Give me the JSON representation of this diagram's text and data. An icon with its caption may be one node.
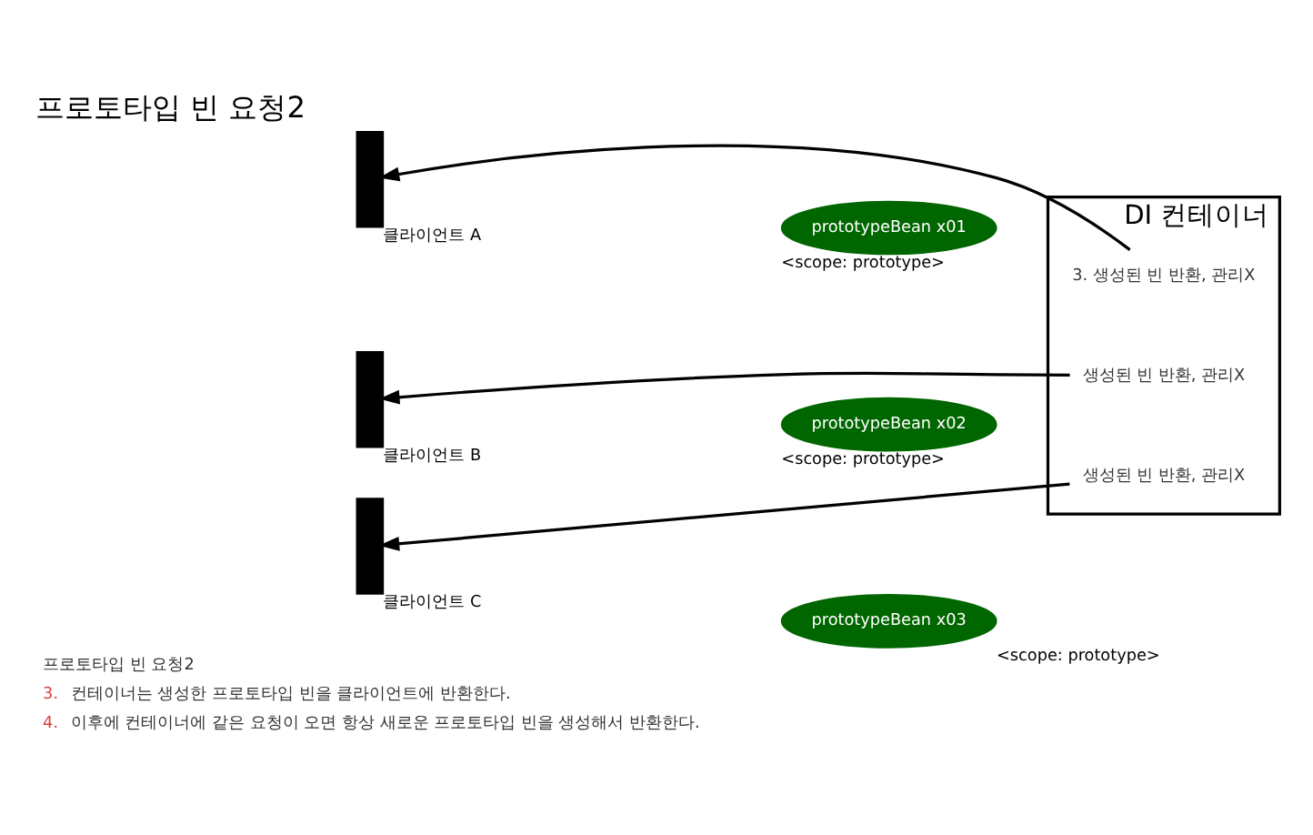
{
  "diagram": {
    "title": "프로토타입 빈 요청2",
    "nodes": [
      {
        "text": [
          "DI 컨테이너"
        ]
      },
      {
        "text": [
          "3. 생성된 빈 반환, 관리X"
        ],
        "in": 0
      },
      {
        "text": [
          "생성된 빈 반환, 관리X"
        ],
        "in": 0
      },
      {
        "text": [
          "생성된 빈 반환, 관리X"
        ],
        "in": 0
      },
      {
        "text": [],
        "shape": "person",
        "beside": [
          "클라이언트 A"
        ]
      },
      {
        "text": [],
        "shape": "person",
        "beside": [
          "클라이언트 B"
        ]
      },
      {
        "text": [],
        "shape": "person",
        "beside": [
          "클라이언트 C"
        ]
      },
      {
        "text": [
          "prototypeBean x01"
        ],
        "beside": [
          "<scope: prototype>"
        ]
      },
      {
        "text": [
          "prototypeBean x02"
        ],
        "beside": [
          "<scope: prototype>"
        ]
      },
      {
        "text": [
          "prototypeBean x03"
        ],
        "beside": [
          "<scope: prototype>"
        ]
      }
    ],
    "edges": [
      {
        "from": 1,
        "to": 4,
        "arrow": "to"
      },
      {
        "from": 2,
        "to": 5,
        "arrow": "to"
      },
      {
        "from": 3,
        "to": 6,
        "arrow": "to"
      }
    ],
    "labels": [
      "프로토타입 빈 요청2",
      "3.",
      "컨테이너는 생성한 프로토타입 빈을 클라이언트에 반환한다.",
      "4.",
      "이후에 컨테이너에 같은 요청이 오면 항상 새로운 프로토타입 빈을 생성해서 반환한다."
    ]
  }
}
